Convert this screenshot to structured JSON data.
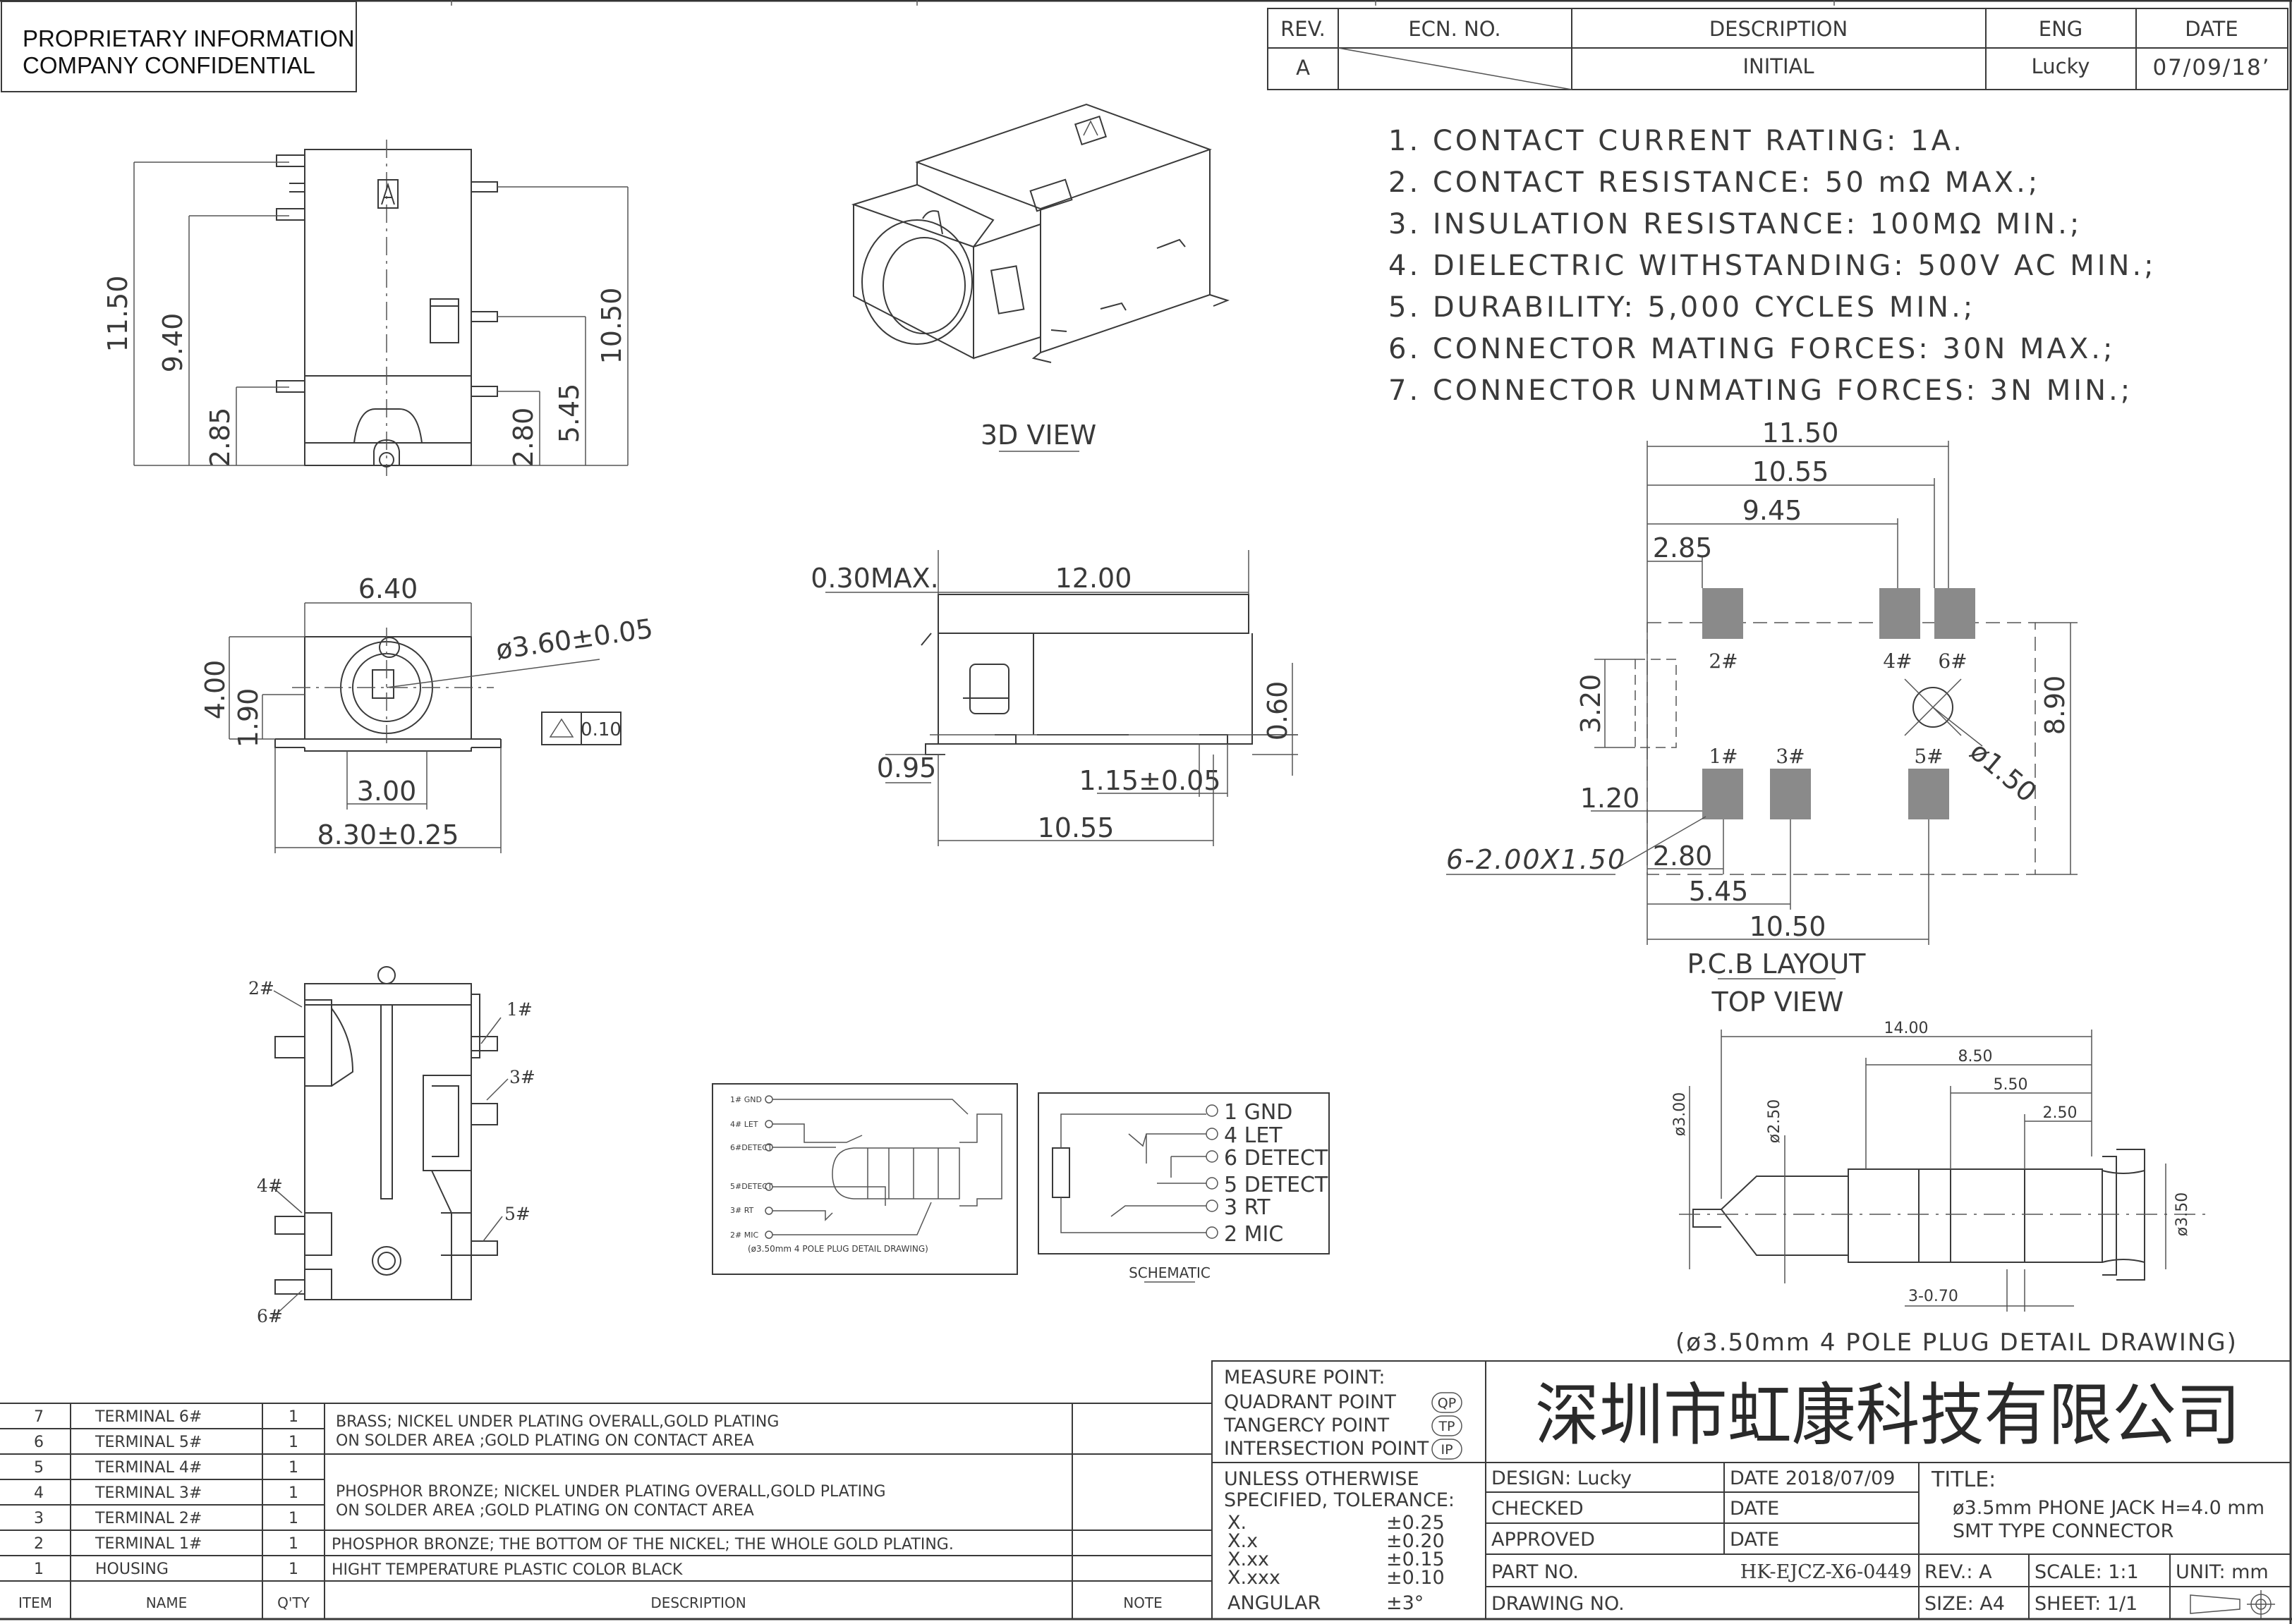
{
  "header": {
    "confidential_line1": "PROPRIETARY INFORMATION",
    "confidential_line2": "COMPANY CONFIDENTIAL"
  },
  "revision_table": {
    "headers": [
      "REV.",
      "ECN. NO.",
      "DESCRIPTION",
      "ENG",
      "DATE"
    ],
    "row": {
      "rev": "A",
      "ecn": "",
      "description": "INITIAL",
      "eng": "Lucky",
      "date": "07/09/18’"
    }
  },
  "specs": [
    "1. CONTACT CURRENT RATING: 1A.",
    "2. CONTACT RESISTANCE: 50 mΩ MAX.;",
    "3. INSULATION RESISTANCE: 100MΩ MIN.;",
    "4. DIELECTRIC WITHSTANDING: 500V AC MIN.;",
    "5. DURABILITY: 5,000 CYCLES MIN.;",
    "6. CONNECTOR MATING FORCES: 30N   MAX.;",
    "7. CONNECTOR UNMATING FORCES: 3N MIN.;"
  ],
  "side_view": {
    "dims": [
      "11.50",
      "9.40",
      "2.85",
      "10.50",
      "5.45",
      "2.80"
    ]
  },
  "view_3d": {
    "label": "3D VIEW"
  },
  "front_view": {
    "dims": [
      "6.40",
      "4.00",
      "1.90",
      "3.00",
      "8.30±0.25"
    ],
    "diameter": "ø3.60±0.05",
    "flatness": "0.10"
  },
  "profile_view": {
    "dims": [
      "0.30MAX.",
      "12.00",
      "0.60",
      "0.95",
      "1.15±0.05",
      "10.55"
    ]
  },
  "pcb_layout": {
    "dims": [
      "11.50",
      "10.55",
      "9.45",
      "2.85",
      "3.20",
      "8.90",
      "1.20",
      "2.80",
      "5.45",
      "10.50"
    ],
    "pins": [
      "2#",
      "4#",
      "6#",
      "1#",
      "3#",
      "5#"
    ],
    "pad_note": "6-2.00X1.50",
    "hole": "ø1.50",
    "label": "P.C.B LAYOUT",
    "sublabel": "TOP VIEW"
  },
  "bottom_view": {
    "pins": [
      "2#",
      "1#",
      "3#",
      "4#",
      "5#",
      "6#"
    ]
  },
  "plug_schematic": {
    "pins": [
      "1# GND",
      "4# LET",
      "6#DETECT",
      "5#DETECT",
      "3# RT",
      "2# MIC"
    ],
    "caption": "(ø3.50mm 4 POLE PLUG DETAIL DRAWING)"
  },
  "schematic": {
    "pins": [
      "1 GND",
      "4 LET",
      "6 DETECT",
      "5 DETECT",
      "3 RT",
      "2 MIC"
    ],
    "label": "SCHEMATIC"
  },
  "plug_detail": {
    "dims": [
      "14.00",
      "8.50",
      "5.50",
      "2.50",
      "ø3.00",
      "ø2.50",
      "ø3.50",
      "3-0.70"
    ],
    "caption": "(ø3.50mm 4 POLE PLUG DETAIL DRAWING)"
  },
  "bom": {
    "headers": {
      "item": "ITEM",
      "name": "NAME",
      "qty": "Q'TY",
      "description": "DESCRIPTION",
      "note": "NOTE"
    },
    "rows": [
      {
        "item": "7",
        "name": "TERMINAL 6#",
        "qty": "1"
      },
      {
        "item": "6",
        "name": "TERMINAL 5#",
        "qty": "1"
      },
      {
        "item": "5",
        "name": "TERMINAL 4#",
        "qty": "1"
      },
      {
        "item": "4",
        "name": "TERMINAL 3#",
        "qty": "1"
      },
      {
        "item": "3",
        "name": "TERMINAL 2#",
        "qty": "1"
      },
      {
        "item": "2",
        "name": "TERMINAL 1#",
        "qty": "1"
      },
      {
        "item": "1",
        "name": "HOUSING",
        "qty": "1"
      }
    ],
    "desc_a1": "BRASS; NICKEL UNDER PLATING OVERALL,GOLD PLATING",
    "desc_a2": "ON SOLDER AREA ;GOLD PLATING ON CONTACT AREA",
    "desc_b1": "PHOSPHOR BRONZE; NICKEL UNDER PLATING OVERALL,GOLD PLATING",
    "desc_b2": "ON SOLDER AREA ;GOLD PLATING ON CONTACT AREA",
    "desc_c": "PHOSPHOR BRONZE; THE BOTTOM OF THE NICKEL; THE WHOLE GOLD PLATING.",
    "desc_d": "HIGHT TEMPERATURE PLASTIC   COLOR BLACK"
  },
  "title_block": {
    "measure_title": "MEASURE POINT:",
    "measure_rows": [
      {
        "label": "QUADRANT POINT",
        "code": "QP"
      },
      {
        "label": "TANGERCY POINT",
        "code": "TP"
      },
      {
        "label": "INTERSECTION POINT",
        "code": "IP"
      }
    ],
    "company": "深圳市虹康科技有限公司",
    "tol_title1": "UNLESS OTHERWISE",
    "tol_title2": "SPECIFIED, TOLERANCE:",
    "tolerances": [
      {
        "label": "X.",
        "value": "±0.25"
      },
      {
        "label": "X.x",
        "value": "±0.20"
      },
      {
        "label": "X.xx",
        "value": "±0.15"
      },
      {
        "label": "X.xxx",
        "value": "±0.10"
      },
      {
        "label": "ANGULAR",
        "value": "±3°"
      }
    ],
    "design": "DESIGN: Lucky",
    "design_date": "DATE 2018/07/09",
    "checked": "CHECKED",
    "checked_date": "DATE",
    "approved": "APPROVED",
    "approved_date": "DATE",
    "part_no_label": "PART NO.",
    "part_no": "HK-EJCZ-X6-0449",
    "drawing_no_label": "DRAWING NO.",
    "title_label": "TITLE:",
    "title_line1": "ø3.5mm PHONE JACK H=4.0 mm",
    "title_line2": "SMT TYPE CONNECTOR",
    "rev": "REV.: A",
    "scale": "SCALE:  1:1",
    "unit": "UNIT:  mm",
    "size": "SIZE: A4",
    "sheet": "SHEET:  1/1"
  }
}
